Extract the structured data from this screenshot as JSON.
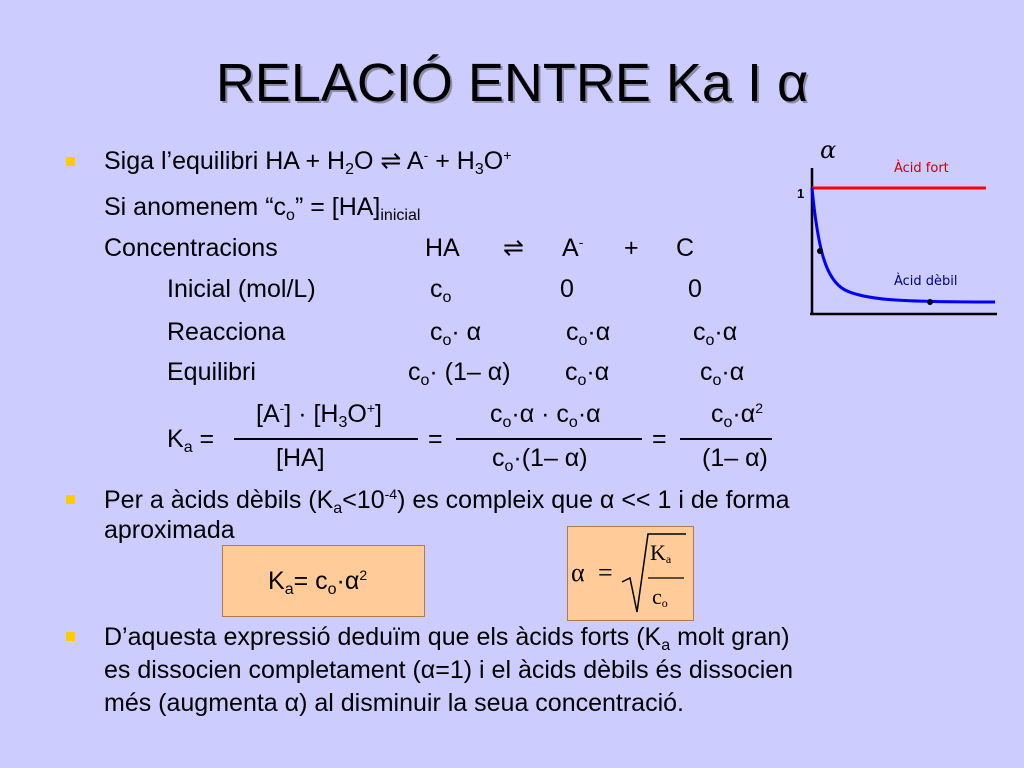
{
  "title": "RELACIÓ ENTRE Ka I α",
  "bullet1": {
    "line1": {
      "a": "Siga l’equilibri  HA  +  H",
      "b": "2",
      "c": "O  ",
      "arrow": "⇌",
      "d": "  A",
      "e": "-",
      "f": "  +  H",
      "g": "3",
      "h": "O",
      "i": "+"
    },
    "line2": {
      "a": "Si anomenem “c",
      "b": "o",
      "c": "” = [HA]",
      "d": "inicial"
    },
    "line3": {
      "label": "Concentracions",
      "ha": "HA",
      "arrow": "⇌",
      "a": "A",
      "asup": "-",
      "plus": "+",
      "c": "C"
    }
  },
  "table": {
    "initial": {
      "label": "Inicial (mol/L)",
      "c": "c",
      "csub": "o",
      "v2": "0",
      "v3": "0"
    },
    "reacts": {
      "label": "Reacciona",
      "c1": "c",
      "c1sub": "o",
      "c1rest": "· α",
      "c2": "c",
      "c2sub": "o",
      "c2rest": "·α",
      "c3": "c",
      "c3sub": "o",
      "c3rest": "·α"
    },
    "equil": {
      "label": "Equilibri",
      "c1": "c",
      "c1sub": "o",
      "c1rest": "· (1– α)",
      "c2": "c",
      "c2sub": "o",
      "c2rest": "·α",
      "c3": "c",
      "c3sub": "o",
      "c3rest": "·α"
    }
  },
  "ka_formula": {
    "lhs": "K",
    "lhs_sub": "a",
    "eq": "=",
    "num1": {
      "a": "[A",
      "b": "-",
      "c": "] · [H",
      "d": "3",
      "e": "O",
      "f": "+",
      "g": "]"
    },
    "den1": "[HA]",
    "num2": {
      "a": "c",
      "b": "o",
      "c": "·α · c",
      "d": "o",
      "e": "·α"
    },
    "den2": {
      "a": "c",
      "b": "o",
      "c": "·(1– α)"
    },
    "num3": {
      "a": "c",
      "b": "o",
      "c": "·α",
      "d": "2"
    },
    "den3": "(1– α)"
  },
  "bullet2": {
    "line1": {
      "a": "Per a àcids dèbils (K",
      "b": "a",
      "c": "<10",
      "d": "-4",
      "e": ") es compleix que α << 1 i de forma"
    },
    "line2": "aproximada"
  },
  "box1": {
    "a": "K",
    "b": "a",
    "c": "= c",
    "d": "o",
    "e": "·α",
    "f": "2"
  },
  "box2": {
    "alpha": "α",
    "eq": "=",
    "num": "K",
    "num_sub": "a",
    "den": "c",
    "den_sub": "o"
  },
  "bullet3": {
    "line1": {
      "a": "D’aquesta expressió deduïm que els àcids forts (K",
      "b": "a",
      "c": " molt gran)"
    },
    "line2": "es dissocien completament (α=1) i el àcids dèbils és dissocien",
    "line3": "més (augmenta α) al disminuir la seua concentració."
  },
  "graph": {
    "y_axis_label": "α",
    "tick_one": "1",
    "strong_label": "Àcid fort",
    "weak_label": "Àcid dèbil",
    "strong_color": "#ff0000",
    "weak_color": "#0000ff",
    "label_strong_color": "#cc0000",
    "label_weak_color": "#000080"
  }
}
